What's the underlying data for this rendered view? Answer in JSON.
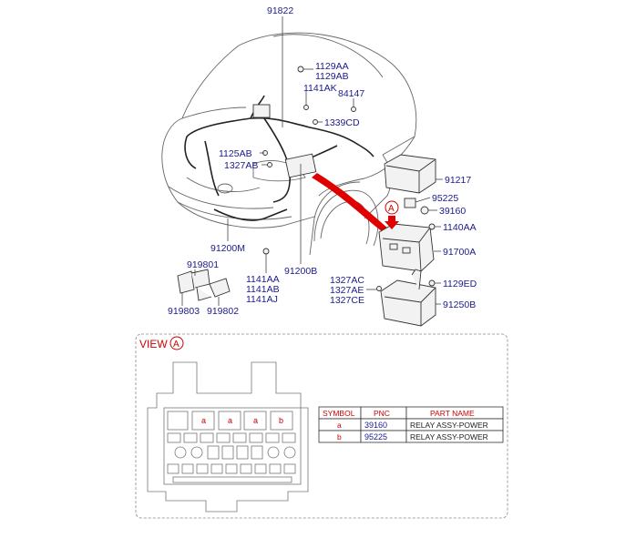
{
  "part_labels": {
    "p91822": "91822",
    "p1129AA": "1129AA",
    "p1129AB": "1129AB",
    "p1141AK": "1141AK",
    "p84147": "84147",
    "p1339CD": "1339CD",
    "p1125AB": "1125AB",
    "p1327AB": "1327AB",
    "p91217": "91217",
    "p95225": "95225",
    "p39160": "39160",
    "p1140AA": "1140AA",
    "p91700A": "91700A",
    "p91200M": "91200M",
    "p919801": "919801",
    "p1141AA": "1141AA",
    "p1141AB": "1141AB",
    "p1141AJ": "1141AJ",
    "p91200B": "91200B",
    "p1327AC": "1327AC",
    "p1327AE": "1327AE",
    "p1327CE": "1327CE",
    "p1129ED": "1129ED",
    "p91250B": "91250B",
    "p919803": "919803",
    "p919802": "919802"
  },
  "view": {
    "label": "VIEW",
    "marker": "A",
    "arrow_marker": "A",
    "slot_a": "a",
    "slot_b": "b"
  },
  "table": {
    "headers": [
      "SYMBOL",
      "PNC",
      "PART NAME"
    ],
    "rows": [
      [
        "a",
        "39160",
        "RELAY ASSY-POWER"
      ],
      [
        "b",
        "95225",
        "RELAY ASSY-POWER"
      ]
    ]
  },
  "colors": {
    "part_number": "#1a1a8c",
    "accent": "#cc0000"
  }
}
